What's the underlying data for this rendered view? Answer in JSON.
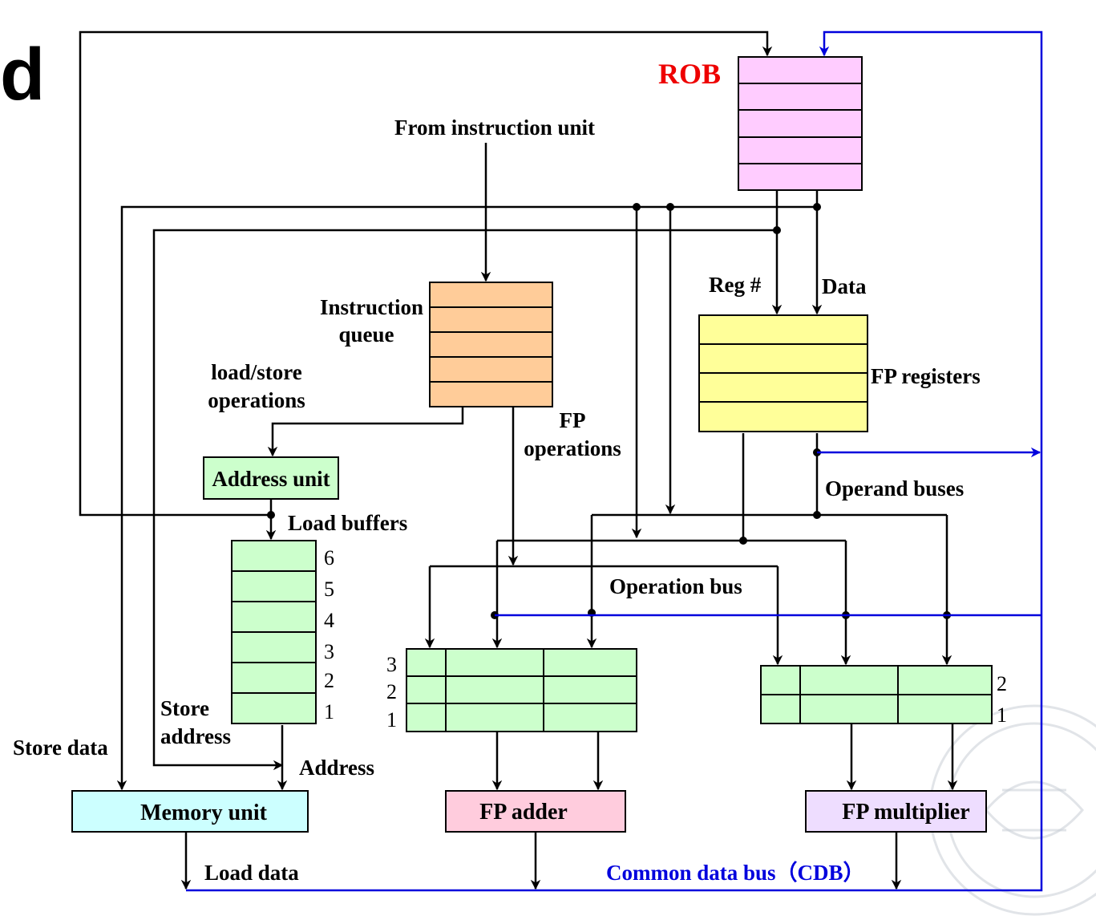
{
  "title_fragment": "d",
  "colors": {
    "rob_fill": "#ffccff",
    "queue_fill": "#ffcc99",
    "registers_fill": "#ffff99",
    "station_fill": "#ccffcc",
    "memory_fill": "#ccffff",
    "adder_fill": "#ffccdd",
    "multiplier_fill": "#eeddff",
    "rob_label": "#ee0000",
    "cdb": "#0000dd"
  },
  "rob": {
    "label": "ROB"
  },
  "instruction_unit": {
    "label": "From instruction unit"
  },
  "instruction_queue": {
    "label_line1": "Instruction",
    "label_line2": "queue"
  },
  "fp_registers": {
    "label": "FP registers",
    "reg_label": "Reg #",
    "data_label": "Data"
  },
  "load_store": {
    "line1": "load/store",
    "line2": "operations"
  },
  "fp_operations": {
    "line1": "FP",
    "line2": "operations"
  },
  "address_unit": {
    "label": "Address unit"
  },
  "load_buffers": {
    "label": "Load buffers",
    "numbers": [
      "6",
      "5",
      "4",
      "3",
      "2",
      "1"
    ]
  },
  "operand_buses": {
    "label": "Operand buses"
  },
  "operation_bus": {
    "label": "Operation bus"
  },
  "adder_stations": {
    "numbers": [
      "3",
      "2",
      "1"
    ]
  },
  "multiplier_stations": {
    "numbers": [
      "2",
      "1"
    ]
  },
  "store": {
    "store_address_line1": "Store",
    "store_address_line2": "address",
    "store_data": "Store data",
    "address": "Address"
  },
  "memory_unit": {
    "label": "Memory unit"
  },
  "fp_adder": {
    "label": "FP adder"
  },
  "fp_multiplier": {
    "label": "FP multiplier"
  },
  "load_data": {
    "label": "Load data"
  },
  "cdb": {
    "label": "Common data bus（CDB）"
  }
}
